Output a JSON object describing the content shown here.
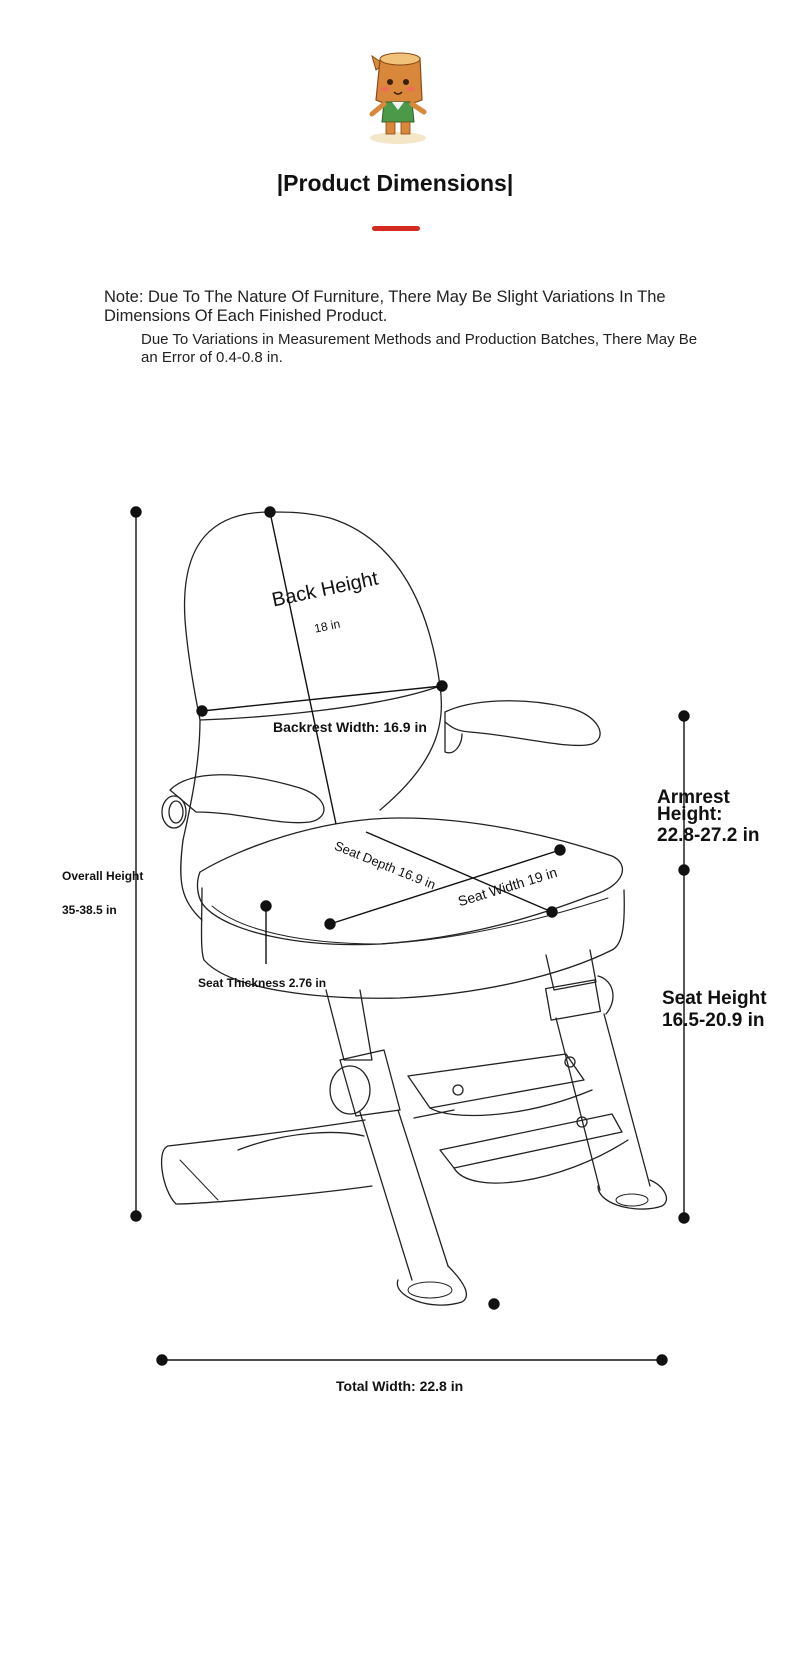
{
  "header": {
    "mascot_icon": "tree-stump-mascot-icon",
    "title": "|Product Dimensions|",
    "accent_color": "#d42a20"
  },
  "note": {
    "main": "Note: Due To The Nature Of Furniture, There May Be Slight Variations In The Dimensions Of Each Finished Product.",
    "sub": "Due To Variations in Measurement Methods and Production Batches, There May Be an Error of 0.4-0.8 in."
  },
  "dimensions": {
    "back_height_title": "Back Height",
    "back_height_value": "18 in",
    "backrest_width": "Backrest Width: 16.9 in",
    "armrest_height_line1": "Armrest",
    "armrest_height_line2": "Height:",
    "armrest_height_value": "22.8-27.2 in",
    "overall_height_title": "Overall Height",
    "overall_height_value": "35-38.5 in",
    "seat_depth": "Seat Depth 16.9 in",
    "seat_width": "Seat Width 19 in",
    "seat_thickness": "Seat Thickness 2.76 in",
    "seat_height_title": "Seat Height",
    "seat_height_value": "16.5-20.9 in",
    "total_width": "Total Width: 22.8 in"
  }
}
